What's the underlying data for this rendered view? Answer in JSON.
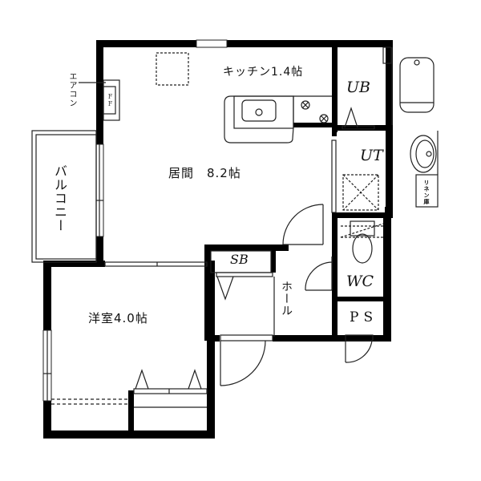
{
  "floorplan": {
    "rooms": {
      "kitchen": {
        "label": "キッチン1.4帖",
        "area_jo": 1.4
      },
      "living": {
        "label": "居間　8.2帖",
        "area_jo": 8.2
      },
      "western_room": {
        "label": "洋室4.0帖",
        "area_jo": 4.0
      },
      "balcony": {
        "label": "バルコニー"
      },
      "unit_bath": {
        "label": "UB"
      },
      "utility": {
        "label": "UT"
      },
      "toilet": {
        "label": "WC"
      },
      "pipe_space": {
        "label": "PS"
      },
      "shoe_box": {
        "label": "SB"
      },
      "hall": {
        "label": "ホール"
      }
    },
    "fixtures": {
      "aircon": {
        "label": "エアコン"
      },
      "ff_heater": {
        "label": "FF"
      },
      "linen_storage": {
        "label": "リネン庫"
      }
    },
    "colors": {
      "wall": "#000000",
      "line": "#222222",
      "background": "#ffffff"
    }
  }
}
